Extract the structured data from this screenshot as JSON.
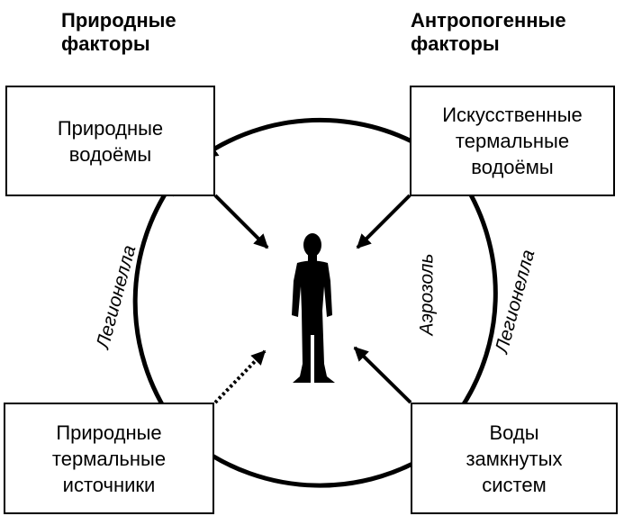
{
  "headings": {
    "left": [
      "Природные",
      "факторы"
    ],
    "right": [
      "Антропогенные",
      "факторы"
    ]
  },
  "boxes": {
    "top_left": [
      "Природные",
      "водоёмы"
    ],
    "top_right": [
      "Искусственные",
      "термальные",
      "водоёмы"
    ],
    "bottom_left": [
      "Природные",
      "термальные",
      "источники"
    ],
    "bottom_right": [
      "Воды",
      "замкнутых",
      "систем"
    ]
  },
  "labels": {
    "left_arc": "Легионелла",
    "right_arc": "Легионелла",
    "aerosol": "Аэрозоль"
  },
  "colors": {
    "ink": "#000000",
    "background": "#ffffff"
  },
  "icons": {
    "center": "human-silhouette-icon"
  }
}
